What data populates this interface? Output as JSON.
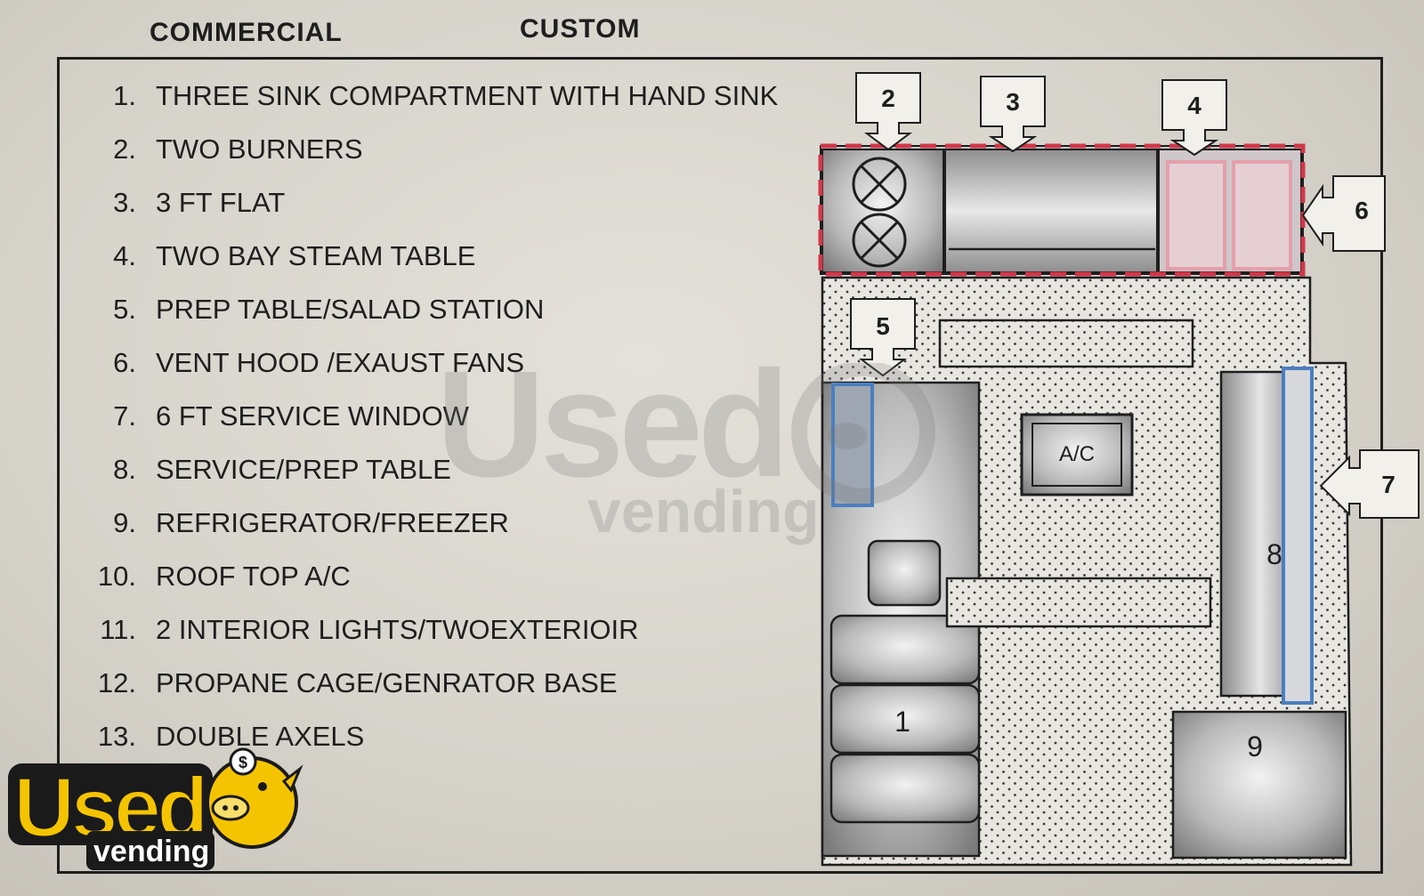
{
  "header": {
    "commercial": "COMMERCIAL",
    "custom": "CUSTOM"
  },
  "legend": [
    {
      "num": "1.",
      "text": "THREE SINK COMPARTMENT WITH HAND SINK"
    },
    {
      "num": "2.",
      "text": "TWO BURNERS"
    },
    {
      "num": "3.",
      "text": "3 FT FLAT"
    },
    {
      "num": "4.",
      "text": "TWO BAY STEAM TABLE"
    },
    {
      "num": "5.",
      "text": "PREP TABLE/SALAD STATION"
    },
    {
      "num": "6.",
      "text": "VENT HOOD /EXAUST FANS"
    },
    {
      "num": "7.",
      "text": "6 FT SERVICE WINDOW"
    },
    {
      "num": "8.",
      "text": "SERVICE/PREP TABLE"
    },
    {
      "num": "9.",
      "text": "REFRIGERATOR/FREEZER"
    },
    {
      "num": "10.",
      "text": "ROOF TOP A/C"
    },
    {
      "num": "11.",
      "text": "2 INTERIOR LIGHTS/TWOEXTERIOIR"
    },
    {
      "num": "12.",
      "text": "PROPANE CAGE/GENRATOR BASE"
    },
    {
      "num": "13.",
      "text": "DOUBLE AXELS"
    }
  ],
  "plan": {
    "callouts": {
      "c2": "2",
      "c3": "3",
      "c4": "4",
      "c5": "5",
      "c6": "6",
      "c7": "7"
    },
    "labels": {
      "sink": "1",
      "service_table": "8",
      "fridge": "9",
      "ac": "A/C"
    }
  },
  "watermark": {
    "big": "Used",
    "small": "vending"
  },
  "logo": {
    "big": "Used",
    "small": "vending"
  },
  "colors": {
    "ink": "#1e1e1e",
    "hood_dash": "#d0384a",
    "steam_table": "#e3a0ab",
    "window_blue": "#4a7fc0",
    "logo_yellow": "#f5c400",
    "equipment_gray": "#a9a9a9"
  }
}
